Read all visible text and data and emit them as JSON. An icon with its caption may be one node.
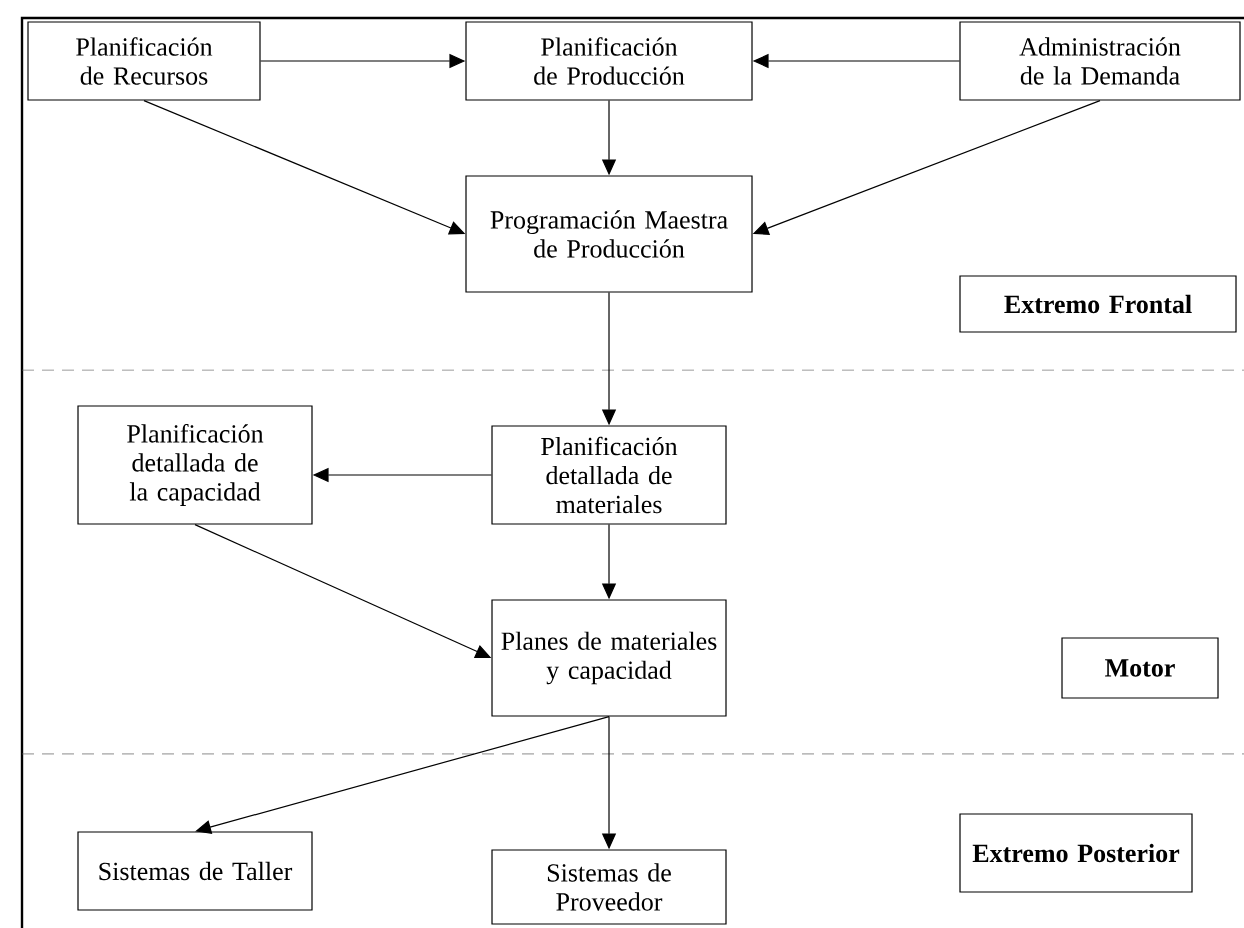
{
  "diagram": {
    "nodes": [
      {
        "text": [
          "Planificación de Recursos"
        ]
      },
      {
        "text": [
          "Planificación de Producción"
        ]
      },
      {
        "text": [
          "Administración de la Demanda"
        ]
      },
      {
        "text": [
          "Programación Maestra de Producción"
        ]
      },
      {
        "text": [
          "Extremo Frontal"
        ]
      },
      {
        "text": [
          "Planificación detallada de la capacidad"
        ]
      },
      {
        "text": [
          "Planificación detallada de materiales"
        ]
      },
      {
        "text": [
          "Planes de materiales y capacidad"
        ]
      },
      {
        "text": [
          "Motor"
        ]
      },
      {
        "text": [
          "Sistemas de Taller"
        ]
      },
      {
        "text": [
          "Sistemas de Proveedor"
        ]
      },
      {
        "text": [
          "Extremo Posterior"
        ]
      }
    ],
    "edges": [
      {
        "from": 0,
        "to": 1,
        "arrow": "to"
      },
      {
        "from": 2,
        "to": 1,
        "arrow": "to"
      },
      {
        "from": 1,
        "to": 3,
        "arrow": "to"
      },
      {
        "from": 0,
        "to": 3,
        "arrow": "to"
      },
      {
        "from": 2,
        "to": 3,
        "arrow": "to"
      },
      {
        "from": 3,
        "to": 6,
        "arrow": "to"
      },
      {
        "from": 6,
        "to": 5,
        "arrow": "to"
      },
      {
        "from": 6,
        "to": 7,
        "arrow": "to"
      },
      {
        "from": 5,
        "to": 7,
        "arrow": "to"
      },
      {
        "from": 7,
        "to": 9,
        "arrow": "to"
      },
      {
        "from": 7,
        "to": 10,
        "arrow": "to"
      }
    ]
  }
}
